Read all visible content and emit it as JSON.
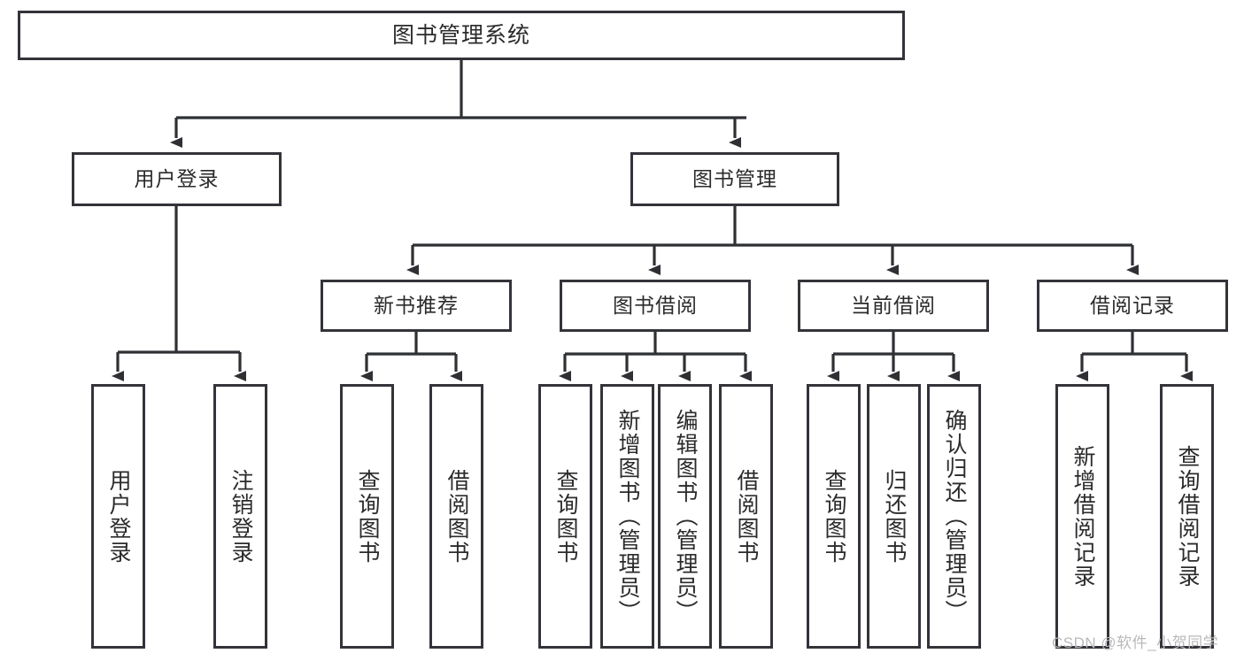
{
  "diagram": {
    "type": "tree-hierarchy",
    "title": "图书管理系统",
    "watermark": "CSDN @软件_小贺同学",
    "colors": {
      "box_border": "#33343a",
      "box_fill": "#ffffff",
      "edge": "#2f3034",
      "background": "#ffffff",
      "watermark_text": "#b9b9b9"
    },
    "levels": {
      "root": "图书管理系统",
      "level2": [
        "用户登录",
        "图书管理"
      ],
      "level3": [
        "新书推荐",
        "图书借阅",
        "当前借阅",
        "借阅记录"
      ]
    },
    "nodes": {
      "root": {
        "label": "图书管理系统"
      },
      "user_login": {
        "label": "用户登录"
      },
      "book_manage": {
        "label": "图书管理"
      },
      "new_book_rec": {
        "label": "新书推荐"
      },
      "book_borrow": {
        "label": "图书借阅"
      },
      "current_borrow": {
        "label": "当前借阅"
      },
      "borrow_record": {
        "label": "借阅记录"
      }
    },
    "leaves": {
      "user_login": [
        {
          "label": "用户登录"
        },
        {
          "label": "注销登录"
        }
      ],
      "new_book_rec": [
        {
          "label": "查询图书"
        },
        {
          "label": "借阅图书"
        }
      ],
      "book_borrow": [
        {
          "label": "查询图书"
        },
        {
          "label": "新增图书（管理员）"
        },
        {
          "label": "编辑图书（管理员）"
        },
        {
          "label": "借阅图书"
        }
      ],
      "current_borrow": [
        {
          "label": "查询图书"
        },
        {
          "label": "归还图书"
        },
        {
          "label": "确认归还（管理员）"
        }
      ],
      "borrow_record": [
        {
          "label": "新增借阅记录"
        },
        {
          "label": "查询借阅记录"
        }
      ]
    }
  }
}
